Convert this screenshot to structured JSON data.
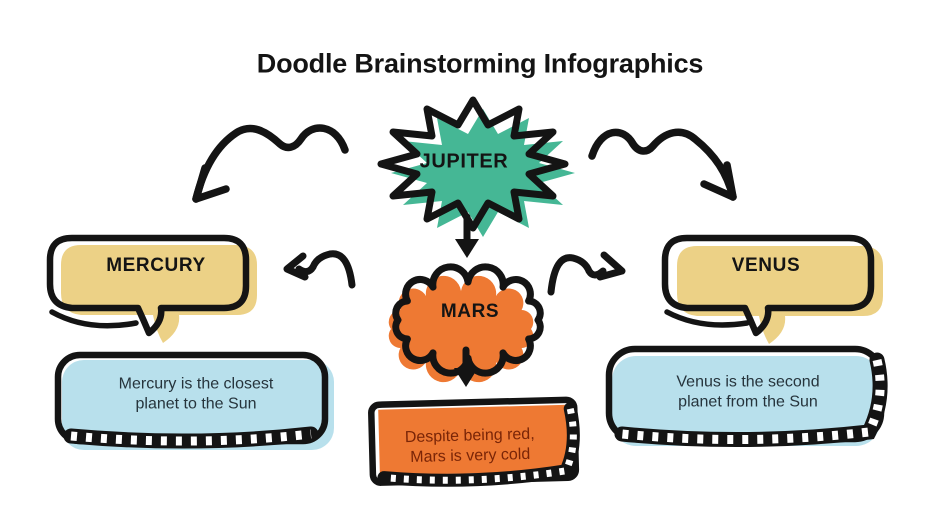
{
  "title": "Doodle Brainstorming Infographics",
  "colors": {
    "ink": "#141414",
    "green": "#45B795",
    "yellow": "#ECD186",
    "orange": "#EE7933",
    "blue": "#B8E0EC",
    "note_text": "#26343C",
    "mars_note_text": "#7A2507",
    "background": "#FFFFFF"
  },
  "nodes": {
    "jupiter": {
      "label": "JUPITER"
    },
    "mercury": {
      "label": "MERCURY"
    },
    "venus": {
      "label": "VENUS"
    },
    "mars": {
      "label": "MARS"
    }
  },
  "notes": {
    "mercury": {
      "lines": [
        "Mercury is the closest",
        "planet to the Sun"
      ]
    },
    "venus": {
      "lines": [
        "Venus is the second",
        "planet from the Sun"
      ]
    },
    "mars": {
      "lines": [
        "Despite being red,",
        "Mars is very cold"
      ]
    }
  }
}
